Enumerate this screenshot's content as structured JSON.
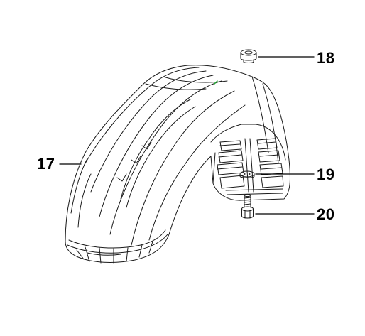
{
  "callouts": [
    {
      "id": "17",
      "label": "17"
    },
    {
      "id": "18",
      "label": "18"
    },
    {
      "id": "19",
      "label": "19"
    },
    {
      "id": "20",
      "label": "20"
    }
  ],
  "colors": {
    "line": "#1a1a1a",
    "background": "#ffffff",
    "label": "#000000",
    "accent_mark": "#22aa33"
  }
}
